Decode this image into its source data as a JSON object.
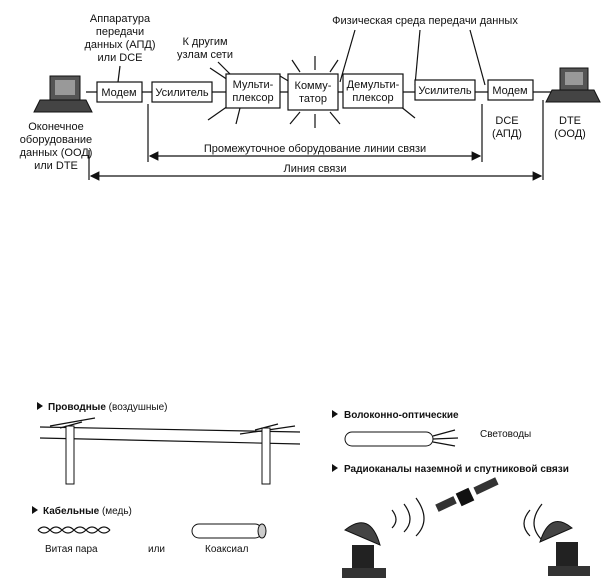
{
  "top": {
    "apd_label": [
      "Аппаратура",
      "передачи",
      "данных (АПД)",
      "или DCE"
    ],
    "other_nodes_label": [
      "К другим",
      "узлам сети"
    ],
    "phys_medium_label": "Физическая среда передачи данных",
    "dte_left_label": [
      "Оконечное",
      "оборудование",
      "данных (ООД)",
      "или DTE"
    ],
    "blocks": {
      "modem_left": "Модем",
      "amp_left": "Усилитель",
      "mux": [
        "Мульти-",
        "плексор"
      ],
      "switch": [
        "Комму-",
        "татор"
      ],
      "demux": [
        "Демульти-",
        "плексор"
      ],
      "amp_right": "Усилитель",
      "modem_right": "Модем"
    },
    "dce_right_label": [
      "DCE",
      "(АПД)"
    ],
    "dte_right_label": [
      "DTE",
      "(ООД)"
    ],
    "intermediate_label": "Промежуточное оборудование линии связи",
    "link_label": "Линия связи"
  },
  "bottom": {
    "wired": {
      "bold": "Проводные",
      "rest": " (воздушные)"
    },
    "cable": {
      "bold": "Кабельные",
      "rest": " (медь)"
    },
    "twisted_pair": "Витая пара",
    "or": "или",
    "coax": "Коаксиал",
    "fiber": "Волоконно-оптические",
    "light_guides": "Световоды",
    "radio": "Радиоканалы наземной и спутниковой связи"
  }
}
